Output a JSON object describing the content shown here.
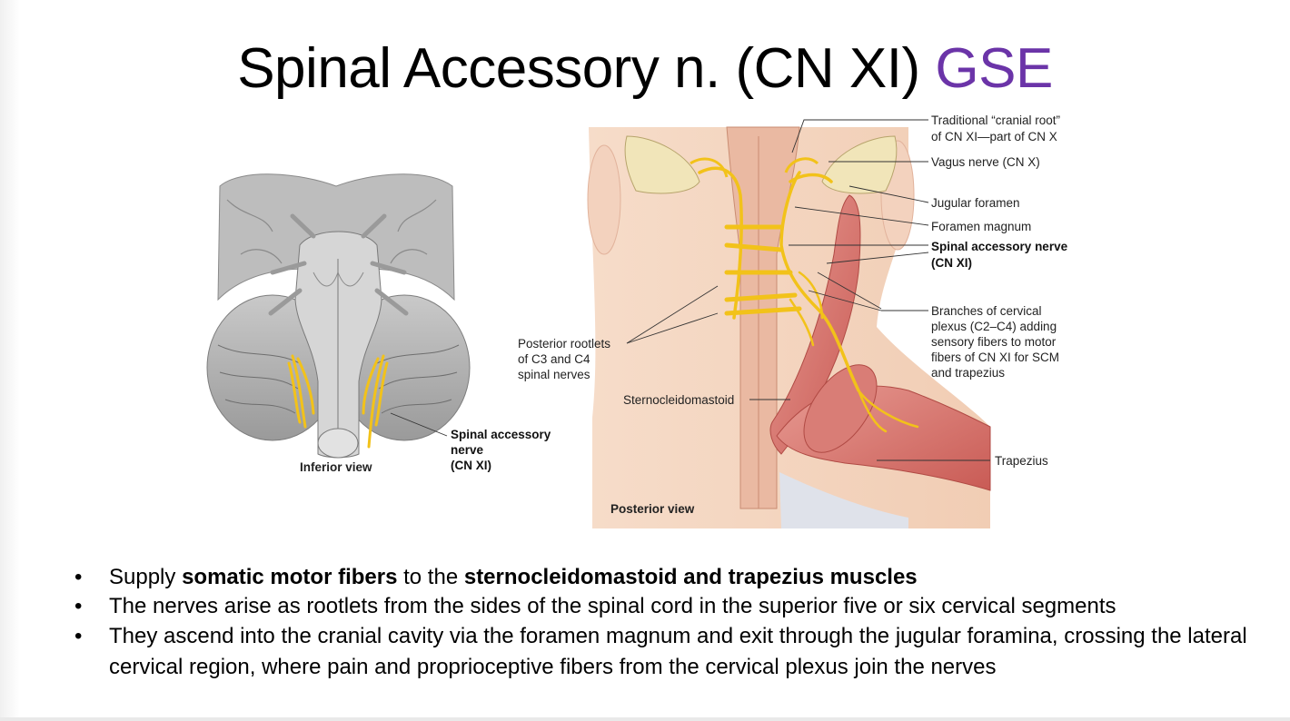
{
  "slide": {
    "title": "Spinal Accessory n. (CN XI)",
    "title_accent": "GSE",
    "accent_color": "#6b34a8",
    "nerve_color": "#f2c21a"
  },
  "figure_left": {
    "caption": "Inferior view",
    "nerve_label": [
      "Spinal accessory",
      "nerve",
      "(CN XI)"
    ]
  },
  "figure_right": {
    "caption": "Posterior view",
    "labels": {
      "cranial_root": [
        "Traditional “cranial root”",
        "of CN XI—part of CN X"
      ],
      "vagus": "Vagus nerve (CN X)",
      "jugular": "Jugular foramen",
      "magnum": "Foramen magnum",
      "spinal_accessory": [
        "Spinal accessory nerve",
        "(CN XI)"
      ],
      "branches": [
        "Branches of cervical",
        "plexus (C2–C4) adding",
        "sensory fibers to motor",
        "fibers of CN XI for SCM",
        "and trapezius"
      ],
      "rootlets": [
        "Posterior rootlets",
        "of C3 and C4",
        "spinal nerves"
      ],
      "scm": "Sternocleidomastoid",
      "trapezius": "Trapezius"
    }
  },
  "bullets": [
    {
      "dot": "•",
      "pre": "Supply ",
      "bold1": "somatic motor fibers",
      "mid": " to the ",
      "bold2": "sternocleidomastoid and trapezius muscles"
    },
    {
      "dot": "•",
      "text": "The nerves arise as rootlets from the sides of the spinal cord in the superior five or six cervical segments"
    },
    {
      "dot": "•",
      "text": "They ascend into the cranial cavity via the foramen magnum and exit through the jugular foramina, crossing the lateral cervical region, where pain and proprioceptive fibers from the cervical plexus join the nerves"
    }
  ]
}
